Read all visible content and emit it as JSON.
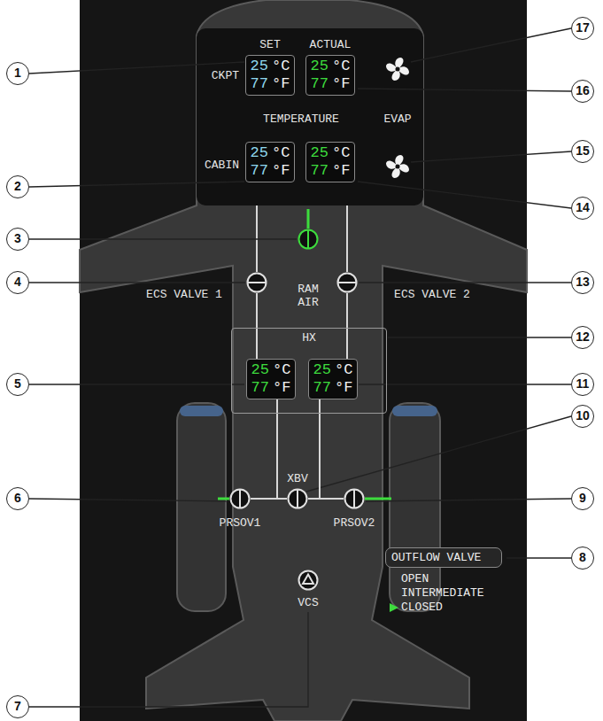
{
  "diagram": {
    "nodes": [
      {
        "text": [
          "25",
          "°C",
          "77",
          "°F"
        ]
      },
      {
        "text": [
          "25",
          "°C",
          "77",
          "°F"
        ]
      },
      {
        "text": [
          "25",
          "°C",
          "77",
          "°F"
        ]
      },
      {
        "text": [
          "25",
          "°C",
          "77",
          "°F"
        ]
      },
      {
        "text": [
          "RAM AIR"
        ]
      },
      {
        "text": [
          "ECS VALVE 1"
        ]
      },
      {
        "text": [
          "ECS VALVE 2"
        ]
      },
      {
        "text": [
          "HX"
        ]
      },
      {
        "text": [
          "25",
          "°C",
          "77",
          "°F"
        ],
        "in": 7
      },
      {
        "text": [
          "25",
          "°C",
          "77",
          "°F"
        ],
        "in": 7
      },
      {
        "text": [
          "PRSOV1"
        ]
      },
      {
        "text": [
          "XBV"
        ]
      },
      {
        "text": [
          "PRSOV2"
        ]
      },
      {
        "text": [
          "VCS"
        ]
      },
      {
        "text": [
          "OUTFLOW VALVE",
          "OPEN",
          "INTERMEDIATE",
          "CLOSED"
        ]
      }
    ],
    "edges": [
      {
        "from": 5,
        "to": 8,
        "arrow": "none"
      },
      {
        "from": 6,
        "to": 9,
        "arrow": "none"
      },
      {
        "from": 8,
        "to": 10,
        "arrow": "none"
      },
      {
        "from": 8,
        "to": 11,
        "arrow": "none"
      },
      {
        "from": 9,
        "to": 11,
        "arrow": "none"
      },
      {
        "from": 9,
        "to": 12,
        "arrow": "none"
      }
    ],
    "labels": [
      "SET",
      "ACTUAL",
      "CKPT",
      "TEMPERATURE",
      "EVAP",
      "CABIN",
      "1",
      "2",
      "3",
      "4",
      "5",
      "6",
      "7",
      "8",
      "9",
      "10",
      "11",
      "12",
      "13",
      "14",
      "15",
      "16",
      "17"
    ]
  }
}
